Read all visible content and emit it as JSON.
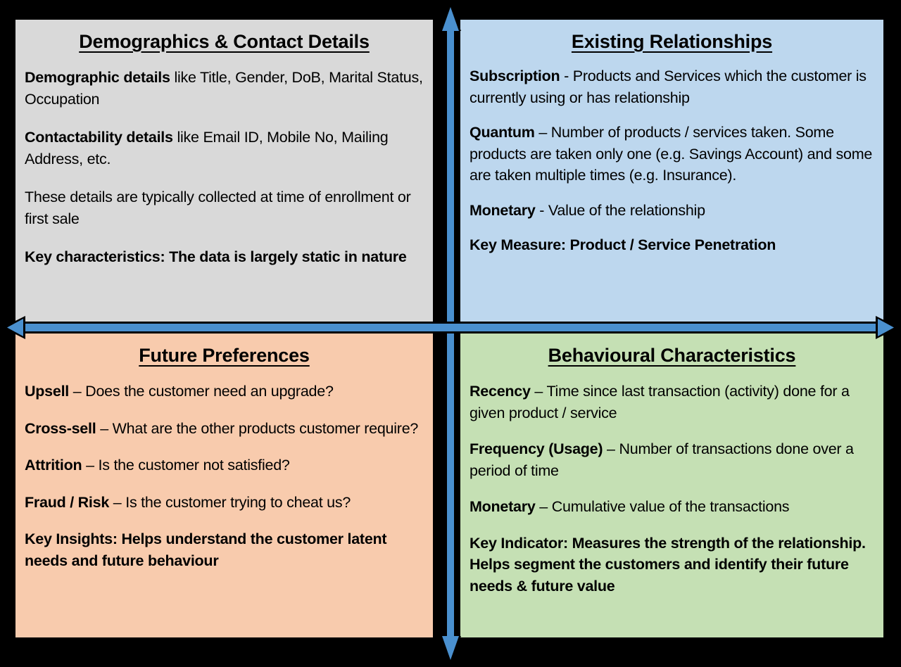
{
  "colors": {
    "background": "#000000",
    "arrow_fill": "#4a90cf",
    "arrow_outline": "#000000",
    "quadrant_demographics": "#d9d9d9",
    "quadrant_relationships": "#bdd7ee",
    "quadrant_preferences": "#f8cbad",
    "quadrant_behavioural": "#c5e0b4"
  },
  "axes": {
    "vertical_arrow": "double-headed-vertical-arrow",
    "horizontal_arrow": "double-headed-horizontal-arrow"
  },
  "quadrants": {
    "demographics": {
      "title": "Demographics & Contact Details",
      "paragraphs": [
        {
          "lead": "Demographic details",
          "rest": "  like Title, Gender, DoB, Marital Status, Occupation",
          "all_bold": false
        },
        {
          "lead": "Contactability details",
          "rest": " like Email ID, Mobile No, Mailing Address, etc.",
          "all_bold": false
        },
        {
          "lead": "",
          "rest": "These details are typically collected at time of enrollment or first sale",
          "all_bold": false
        },
        {
          "lead": "",
          "rest": "Key characteristics: The data is largely static in nature",
          "all_bold": true
        }
      ]
    },
    "relationships": {
      "title": "Existing Relationships",
      "paragraphs": [
        {
          "lead": "Subscription",
          "rest": " - Products and Services which the customer is currently using or has relationship",
          "all_bold": false
        },
        {
          "lead": "Quantum",
          "rest": " – Number of products / services taken. Some products are taken only one (e.g. Savings Account) and some are taken multiple times (e.g. Insurance).",
          "all_bold": false
        },
        {
          "lead": "Monetary",
          "rest": " - Value of the relationship",
          "all_bold": false
        },
        {
          "lead": "",
          "rest": "Key Measure: Product / Service Penetration",
          "all_bold": true
        }
      ]
    },
    "preferences": {
      "title": "Future Preferences",
      "paragraphs": [
        {
          "lead": "Upsell",
          "rest": " – Does the customer need an upgrade?",
          "all_bold": false
        },
        {
          "lead": "Cross-sell",
          "rest": " – What are the other products customer require?",
          "all_bold": false
        },
        {
          "lead": "Attrition",
          "rest": " – Is the customer not satisfied?",
          "all_bold": false
        },
        {
          "lead": "Fraud / Risk",
          "rest": " – Is the customer trying to cheat us?",
          "all_bold": false
        },
        {
          "lead": "",
          "rest": "Key Insights: Helps understand the customer latent needs and future behaviour",
          "all_bold": true
        }
      ]
    },
    "behavioural": {
      "title": "Behavioural Characteristics",
      "paragraphs": [
        {
          "lead": "Recency",
          "rest": " – Time since last transaction (activity) done for a given product / service",
          "all_bold": false
        },
        {
          "lead": "Frequency (Usage)",
          "rest": " – Number of transactions done over a period of time",
          "all_bold": false
        },
        {
          "lead": "Monetary",
          "rest": " – Cumulative value of the transactions",
          "all_bold": false
        },
        {
          "lead": "",
          "rest": "Key Indicator: Measures the strength of the relationship. Helps segment the customers and identify their future needs & future value",
          "all_bold": true
        }
      ]
    }
  }
}
